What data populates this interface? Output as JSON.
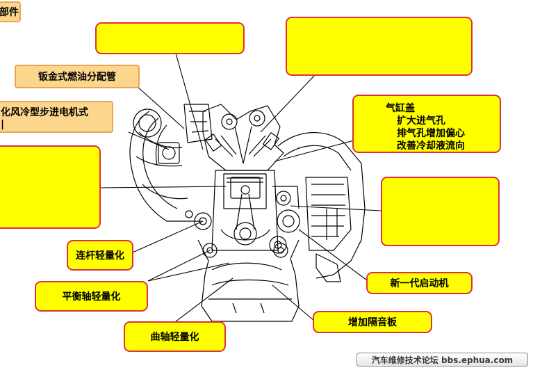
{
  "labels": {
    "top_left_partial": "部件",
    "fuel_rail": "钣金式燃油分配管",
    "stepper_motor_line1": "化风冷型步进电机式",
    "stepper_motor_line2": "|",
    "cylinder_head_title": "气缸盖",
    "cylinder_head_items": [
      "扩大进气孔",
      "排气孔增加偏心",
      "改善冷却液流向"
    ],
    "con_rod": "连杆轻量化",
    "balance_shaft": "平衡轴轻量化",
    "crankshaft": "曲轴轻量化",
    "starter": "新一代启动机",
    "sound_insulation": "增加隔音板"
  },
  "watermark": "汽车维修技术论坛 bbs.ephua.com",
  "colors": {
    "callout_fill": "#ffff00",
    "callout_border": "#e0303a",
    "label_fill": "#fbd68c",
    "line": "#000000"
  }
}
